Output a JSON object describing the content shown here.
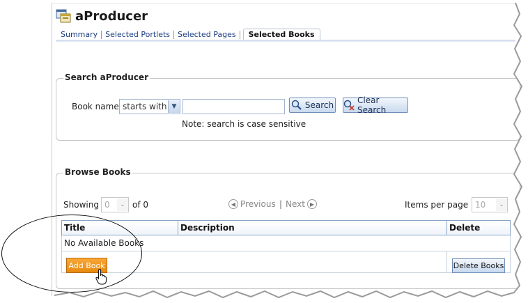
{
  "app": {
    "title": "aProducer",
    "icon": "app-window-icon"
  },
  "tabs": [
    {
      "label": "Summary",
      "active": false
    },
    {
      "label": "Selected Portlets",
      "active": false
    },
    {
      "label": "Selected Pages",
      "active": false
    },
    {
      "label": "Selected Books",
      "active": true
    }
  ],
  "search": {
    "legend": "Search aProducer",
    "field_label": "Book name",
    "match_mode": "starts with",
    "query_value": "",
    "search_label": "Search",
    "search_icon": "magnifier-icon",
    "clear_label": "Clear Search",
    "clear_icon": "clear-search-icon",
    "note": "Note: search is case sensitive"
  },
  "browse": {
    "legend": "Browse Books",
    "showing_label": "Showing",
    "showing_value": "0",
    "of_label": "of 0",
    "previous_label": "Previous",
    "separator": "|",
    "next_label": "Next",
    "items_per_page_label": "Items per page",
    "items_per_page_value": "10",
    "columns": [
      "Title",
      "Description",
      "Delete"
    ],
    "empty_message": "No Available Books",
    "add_label": "Add Book",
    "delete_label": "Delete Books"
  },
  "colors": {
    "add_button": "#f39a22",
    "accent_blue": "#6f8fb8",
    "annotation": "#111111"
  }
}
